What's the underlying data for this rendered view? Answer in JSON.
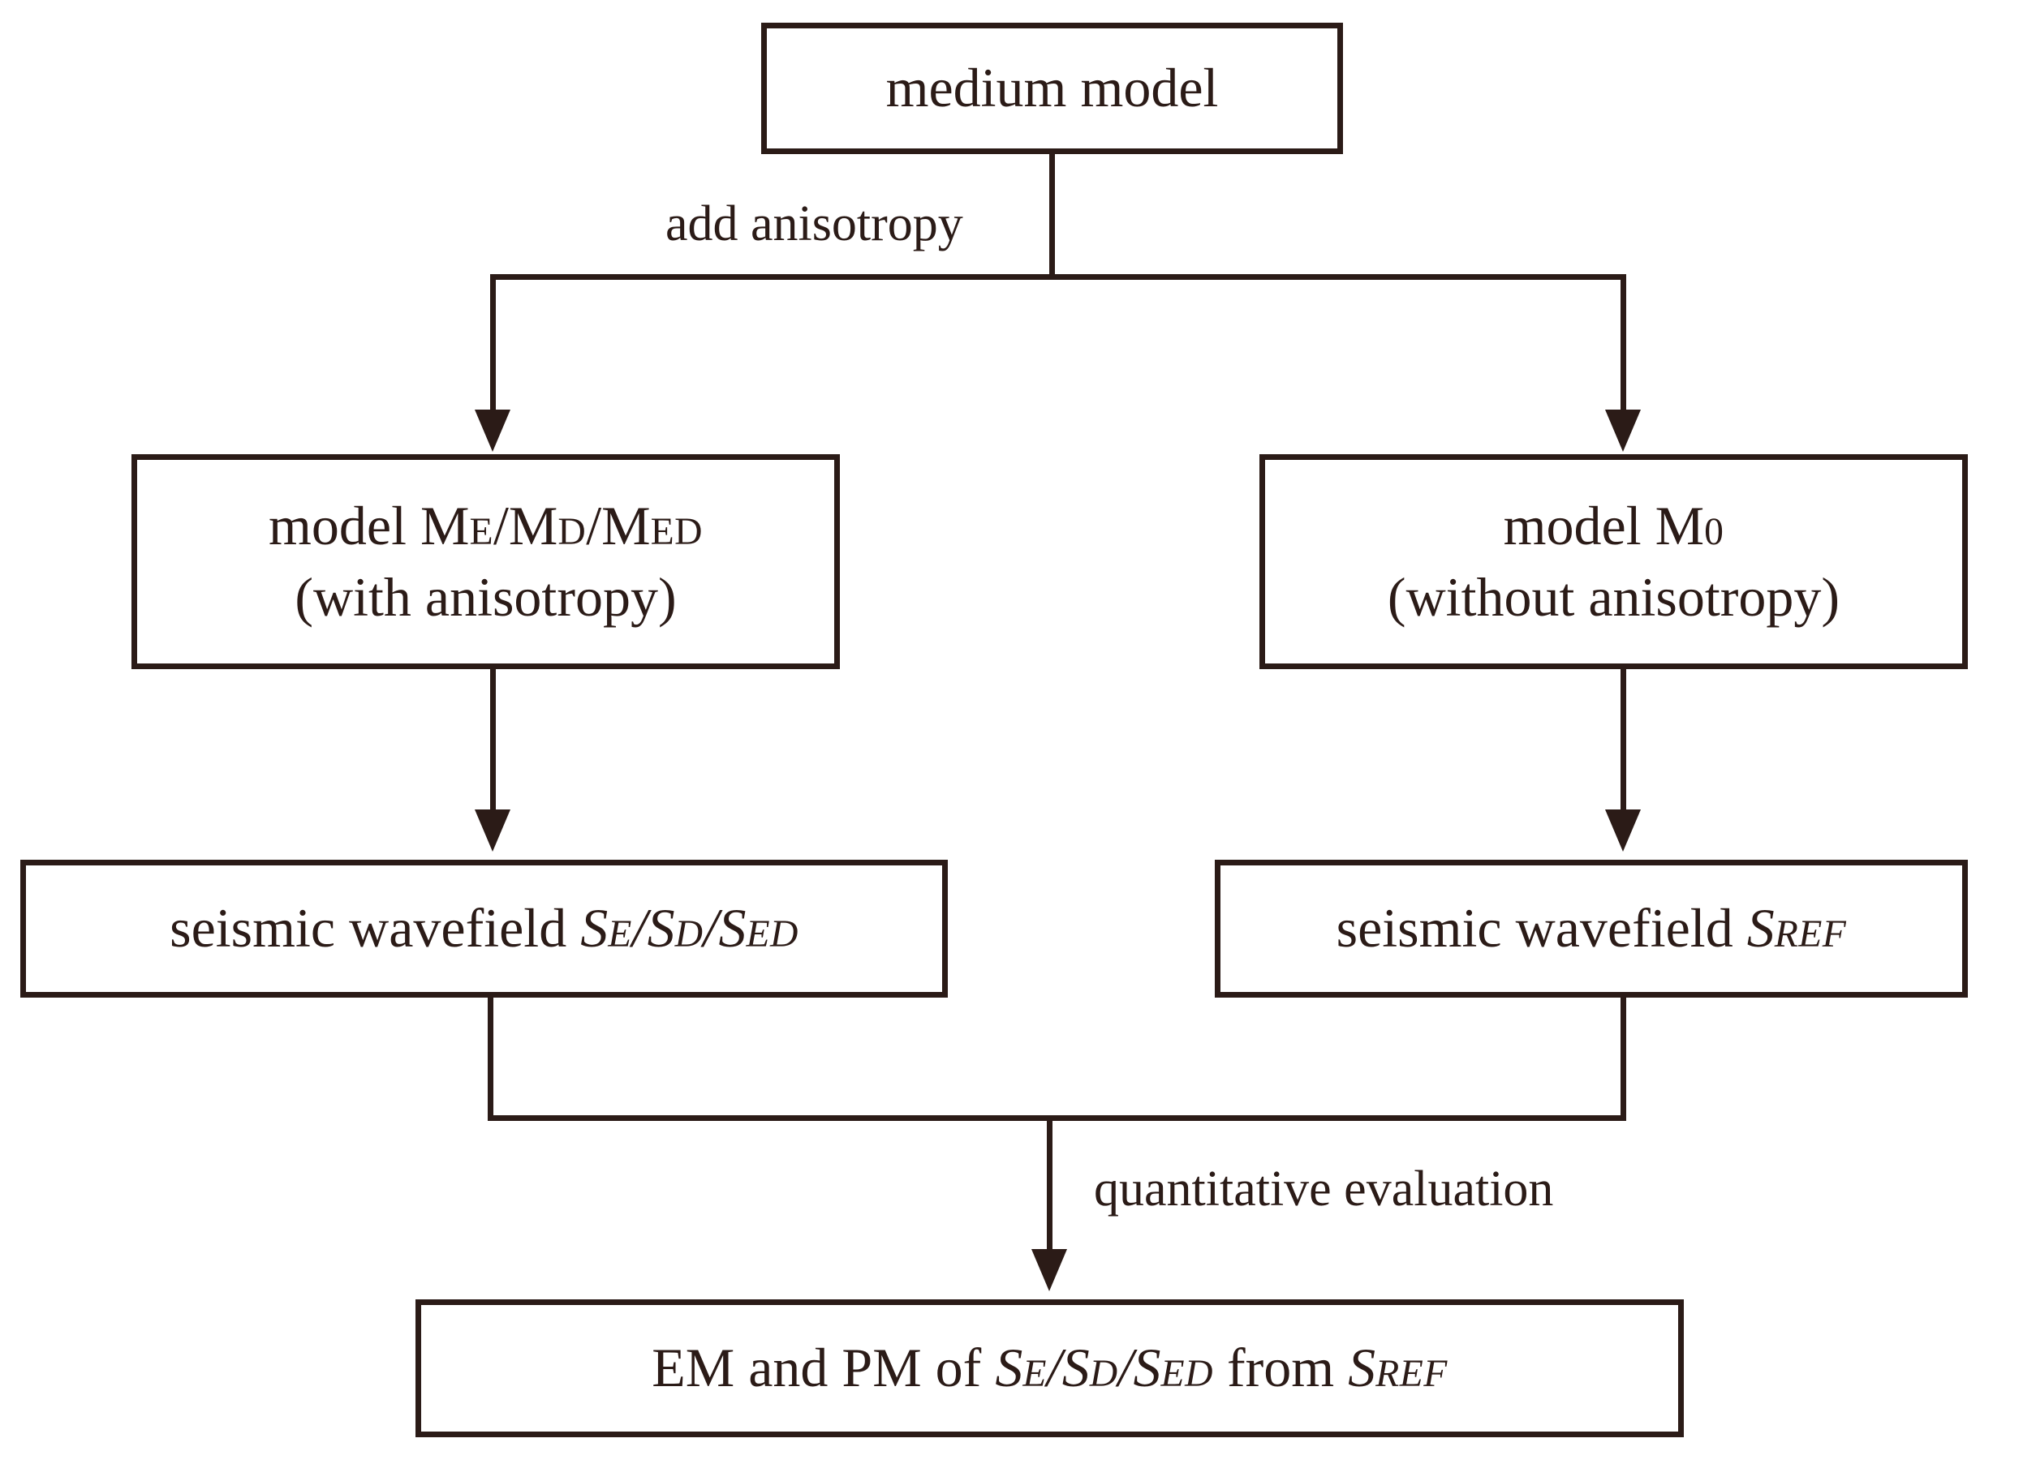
{
  "diagram": {
    "type": "flowchart",
    "title": "",
    "colors": {
      "stroke": "#2b1b17",
      "background": "#ffffff",
      "text": "#2b1b17"
    },
    "nodes": {
      "medium_model": {
        "label": "medium model"
      },
      "model_anisotropic": {
        "line1_prefix": "model M",
        "line1_sub1": "E",
        "line1_sep1": "/M",
        "line1_sub2": "D",
        "line1_sep2": "/M",
        "line1_sub3": "ED",
        "line2": "(with anisotropy)",
        "plain": "model ME/MD/MED (with anisotropy)"
      },
      "model_isotropic": {
        "line1_prefix": "model M",
        "line1_sub1": "0",
        "line2": "(without anisotropy)",
        "plain": "model M0 (without anisotropy)"
      },
      "wavefield_anisotropic": {
        "prefix": "seismic wavefield ",
        "sym1": "S",
        "sub1": "E",
        "sep1": "/",
        "sym2": "S",
        "sub2": "D",
        "sep2": "/",
        "sym3": "S",
        "sub3": "ED",
        "plain": "seismic wavefield SE/SD/SED"
      },
      "wavefield_reference": {
        "prefix": "seismic wavefield ",
        "sym1": "S",
        "sub1": "REF",
        "plain": "seismic wavefield SREF"
      },
      "result_metrics": {
        "prefix": "EM and PM of ",
        "sym1": "S",
        "sub1": "E",
        "sep1": "/",
        "sym2": "S",
        "sub2": "D",
        "sep2": "/",
        "sym3": "S",
        "sub3": "ED",
        "middle": " from ",
        "sym4": "S",
        "sub4": "REF",
        "plain": "EM and PM of SE/SD/SED from SREF"
      }
    },
    "edges": {
      "add_anisotropy": {
        "label": "add anisotropy",
        "from": "medium_model",
        "to": [
          "model_anisotropic",
          "model_isotropic"
        ]
      },
      "simulate_left": {
        "label": "",
        "from": "model_anisotropic",
        "to": "wavefield_anisotropic"
      },
      "simulate_right": {
        "label": "",
        "from": "model_isotropic",
        "to": "wavefield_reference"
      },
      "quantitative_evaluation": {
        "label": "quantitative evaluation",
        "from": [
          "wavefield_anisotropic",
          "wavefield_reference"
        ],
        "to": "result_metrics"
      }
    }
  }
}
